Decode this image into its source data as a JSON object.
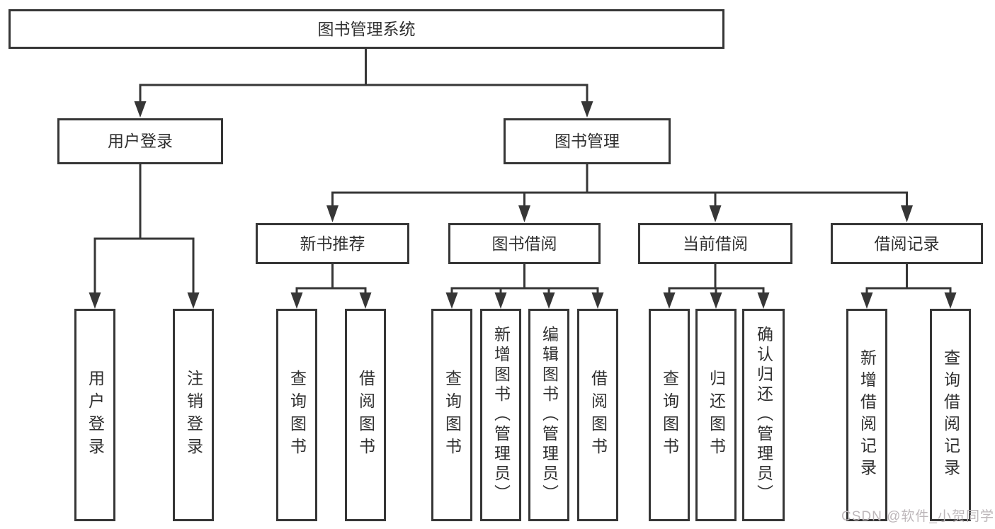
{
  "tree": {
    "root": {
      "label": "图书管理系统"
    },
    "branches": [
      {
        "label": "用户登录",
        "leaves": [
          "用户登录",
          "注销登录"
        ]
      },
      {
        "label": "图书管理",
        "sections": [
          {
            "label": "新书推荐",
            "leaves": [
              "查询图书",
              "借阅图书"
            ]
          },
          {
            "label": "图书借阅",
            "leaves": [
              "查询图书",
              "新增图书（管理员）",
              "编辑图书（管理员）",
              "借阅图书"
            ]
          },
          {
            "label": "当前借阅",
            "leaves": [
              "查询图书",
              "归还图书",
              "确认归还（管理员）"
            ]
          },
          {
            "label": "借阅记录",
            "leaves": [
              "新增借阅记录",
              "查询借阅记录"
            ]
          }
        ]
      }
    ]
  },
  "watermark": "CSDN @软件_小贺同学",
  "colors": {
    "line": "#363636",
    "box_border": "#363636",
    "text": "#303030",
    "watermark": "#bdb7ba",
    "background": "#ffffff"
  }
}
